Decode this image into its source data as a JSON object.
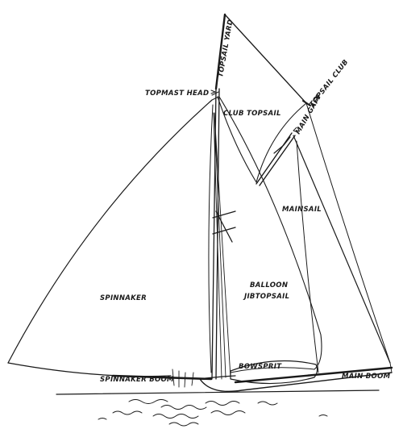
{
  "labels": {
    "topsail_yard": "TOPSAIL YARD",
    "topmast_head": "TOPMAST HEAD",
    "club_topsail": "CLUB TOPSAIL",
    "topsail_club": "TOPSAIL CLUB",
    "main_gaff": "MAIN GAFF",
    "mainsail": "MAINSAIL",
    "spinnaker": "SPINNAKER",
    "balloon": "BALLOON",
    "jibtopsail": "JIBTOPSAIL",
    "bowsprit": "BOWSPRIT",
    "spinnaker_boom": "SPINNAKER BOOM",
    "main_boom": "MAIN BOOM"
  },
  "colors": {
    "ink": "#1a1a1a",
    "paper": "#ffffff"
  }
}
